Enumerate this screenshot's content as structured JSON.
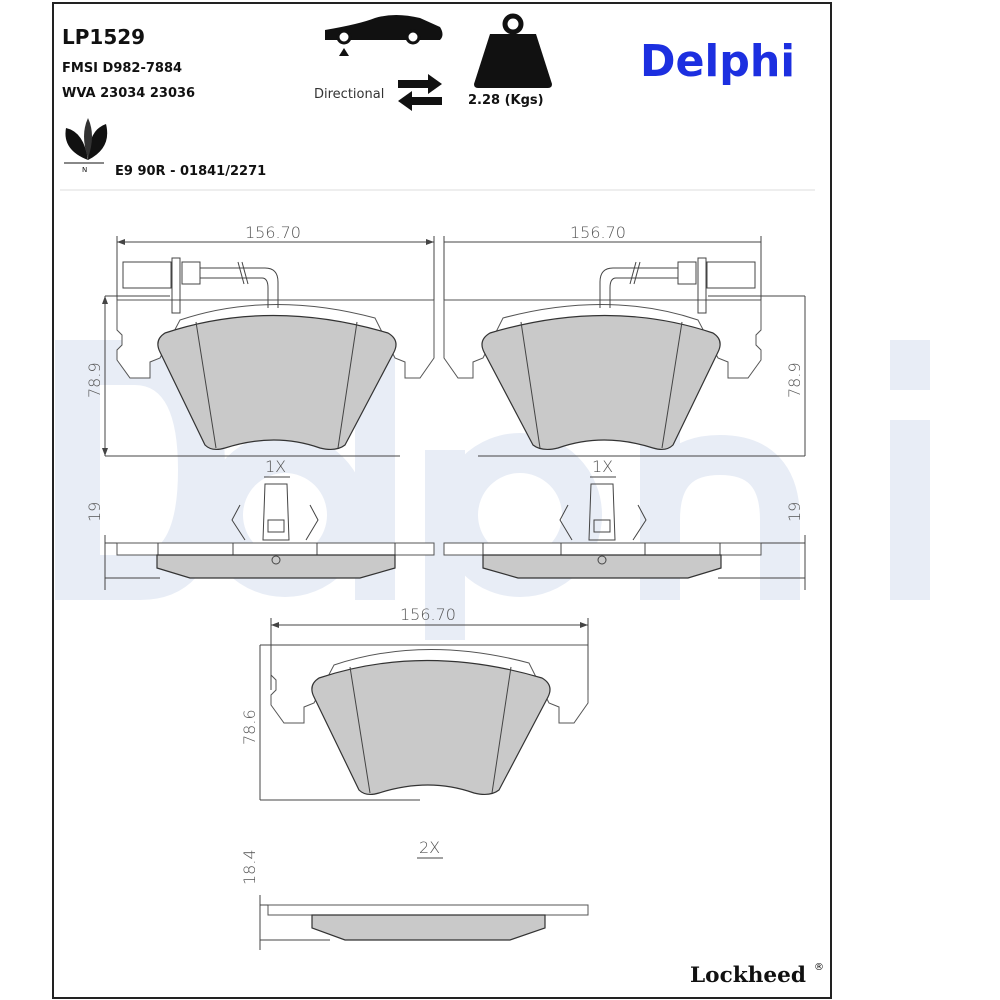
{
  "header": {
    "part_number": "LP1529",
    "fmsi": "FMSI D982-7884",
    "wva": "WVA 23034 23036",
    "approval": "E9 90R - 01841/2271",
    "directional_label": "Directional",
    "weight": "2.28 (Kgs)",
    "brand_logo": "Delphi",
    "eco_icon_letter": "N"
  },
  "watermark": "Delphi",
  "colors": {
    "brand_blue": "#1c2fe0",
    "pad_fill": "#c9c9c9",
    "watermark": "#e8edf6"
  },
  "drawing": {
    "top_left": {
      "width": "156.70",
      "height": "78.9",
      "qty": "1X",
      "thickness": "19"
    },
    "top_right": {
      "width": "156.70",
      "height": "78.9",
      "qty": "1X",
      "thickness": "19"
    },
    "bottom": {
      "width": "156.70",
      "height": "78.6",
      "qty": "2X",
      "thickness": "18.4"
    }
  },
  "footer": {
    "brand": "Lockheed",
    "registered": "®"
  }
}
